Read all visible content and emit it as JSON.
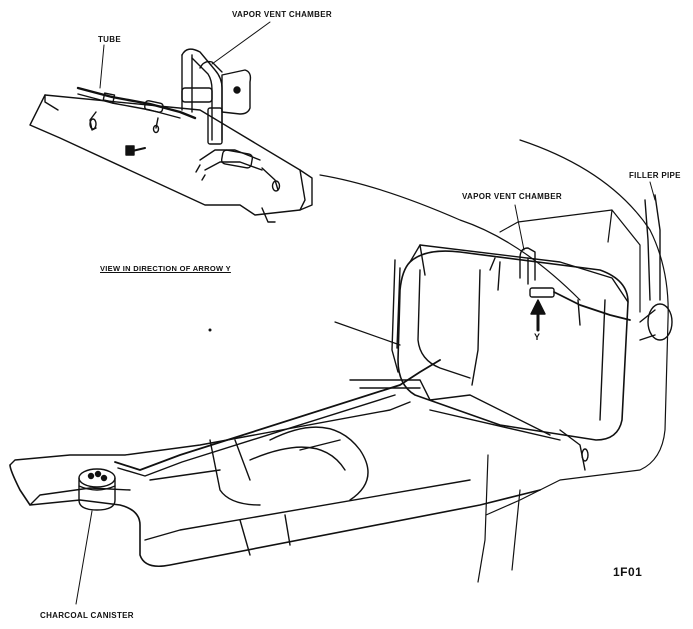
{
  "labels": {
    "vapor_vent_chamber_top": "VAPOR VENT CHAMBER",
    "tube": "TUBE",
    "filler_pipe": "FILLER PIPE",
    "vapor_vent_chamber_right": "VAPOR VENT CHAMBER",
    "view_direction": "VIEW IN DIRECTION OF ARROW Y",
    "arrow_letter": "Y",
    "charcoal_canister": "CHARCOAL CANISTER",
    "figure_id": "1F01"
  }
}
